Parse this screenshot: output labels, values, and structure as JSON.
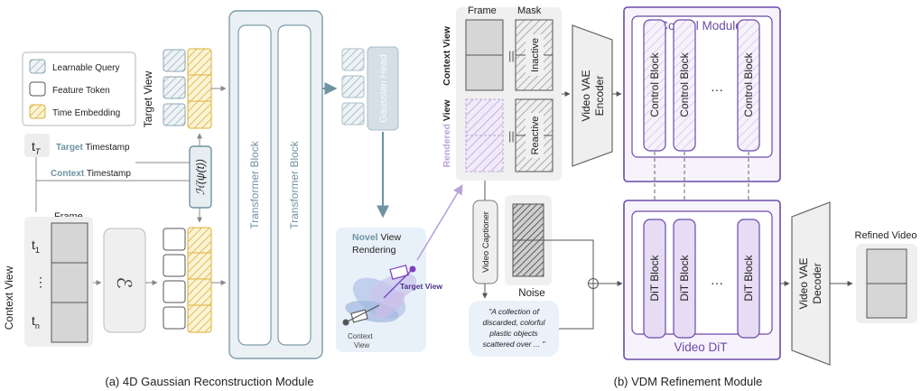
{
  "legend": {
    "learnable_query": "Learnable Query",
    "feature_token": "Feature Token",
    "time_embedding": "Time Embedding"
  },
  "left": {
    "target_view": "Target View",
    "context_view": "Context View",
    "t_target": "t",
    "t_target_sub": "T",
    "target_word": "Target",
    "timestamp_word": "Timestamp",
    "context_word": "Context",
    "frame": "Frame",
    "t1": "t",
    "t1_sub": "1",
    "ellipsis": "⋮",
    "tn": "t",
    "tn_sub": "n",
    "encoder_symbol": "ℰ",
    "time_func": "ℋ(ψ(t))",
    "transformer_block": "Transformer Block",
    "gaussian_head": "Gaussian Head",
    "novel_word": "Novel",
    "view_word": "View",
    "rendering": "Rendering",
    "target_view_small": "Target View",
    "context_view_small": "Context View",
    "caption": "(a) 4D Gaussian Reconstruction Module"
  },
  "right": {
    "frame": "Frame",
    "mask": "Mask",
    "context_view": "Context View",
    "rendered_word": "Rendered",
    "view_word": "View",
    "inactive": "Inactive",
    "reactive": "Reactive",
    "vae_encoder_l1": "Video VAE",
    "vae_encoder_l2": "Encoder",
    "control_module": "Control Module",
    "control_block": "Control Block",
    "dots": "···",
    "video_captioner": "Video Captioner",
    "noise": "Noise",
    "caption_text_1": "\"A collection of",
    "caption_text_2": "discarded, colorful",
    "caption_text_3": "plastic objects",
    "caption_text_4": "scattered over ... \"",
    "dit_block": "DiT Block",
    "video_dit": "Video DiT",
    "vae_decoder_l1": "Video VAE",
    "vae_decoder_l2": "Decoder",
    "refined_video": "Refined Video",
    "caption": "(b) VDM Refinement Module"
  },
  "colors": {
    "teal": "#6f93a1",
    "purple": "#6c4aa8",
    "purple_fill": "#e6dcf4",
    "gold": "#d9b23a",
    "gray_fill": "#d6d6d6"
  }
}
